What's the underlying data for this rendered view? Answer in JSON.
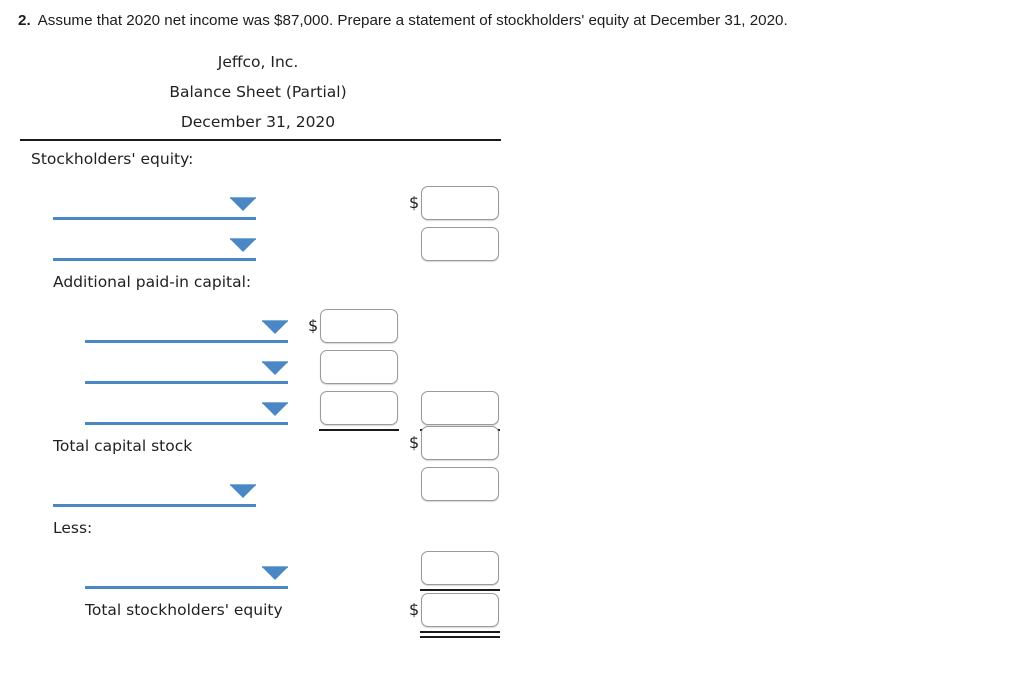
{
  "question": {
    "number": "2.",
    "text": "Assume that 2020 net income was $87,000. Prepare a statement of stockholders' equity at December 31, 2020."
  },
  "statement": {
    "company": "Jeffco, Inc.",
    "report": "Balance Sheet (Partial)",
    "date": "December 31, 2020"
  },
  "labels": {
    "stockholders_equity": "Stockholders' equity:",
    "additional_paid_in_capital": "Additional paid-in capital:",
    "total_capital_stock": "Total capital stock",
    "less": "Less:",
    "total_stockholders_equity": "Total stockholders' equity"
  },
  "symbols": {
    "dollar": "$",
    "caret": "dropdown-caret"
  },
  "colors": {
    "dropdown_blue": "#4a87c4",
    "dropdown_blue_light": "#7fb0da",
    "rule_black": "#1a1a1a",
    "input_border": "#9a9a9a",
    "text": "#231f20"
  },
  "dropdowns": [
    {
      "id": "se-line-1",
      "value": "",
      "placeholder": ""
    },
    {
      "id": "se-line-2",
      "value": "",
      "placeholder": ""
    },
    {
      "id": "apic-line-1",
      "value": "",
      "placeholder": ""
    },
    {
      "id": "apic-line-2",
      "value": "",
      "placeholder": ""
    },
    {
      "id": "apic-line-3",
      "value": "",
      "placeholder": ""
    },
    {
      "id": "tcs-line-1",
      "value": "",
      "placeholder": ""
    },
    {
      "id": "less-line-1",
      "value": "",
      "placeholder": ""
    }
  ],
  "amount_inputs": [
    {
      "id": "se-amt-1",
      "column": "right",
      "dollar": true,
      "value": "",
      "placeholder": ""
    },
    {
      "id": "se-amt-2",
      "column": "right",
      "dollar": false,
      "value": "",
      "placeholder": ""
    },
    {
      "id": "apic-amt-1",
      "column": "mid",
      "dollar": true,
      "value": "",
      "placeholder": ""
    },
    {
      "id": "apic-amt-2",
      "column": "mid",
      "dollar": false,
      "value": "",
      "placeholder": ""
    },
    {
      "id": "apic-amt-3",
      "column": "mid",
      "dollar": false,
      "value": "",
      "placeholder": ""
    },
    {
      "id": "apic-total",
      "column": "right",
      "dollar": false,
      "value": "",
      "placeholder": ""
    },
    {
      "id": "tcs-amt",
      "column": "right",
      "dollar": true,
      "value": "",
      "placeholder": ""
    },
    {
      "id": "tcs-amt-2",
      "column": "right",
      "dollar": false,
      "value": "",
      "placeholder": ""
    },
    {
      "id": "less-amt",
      "column": "right",
      "dollar": false,
      "value": "",
      "placeholder": ""
    },
    {
      "id": "tse-amt",
      "column": "right",
      "dollar": true,
      "value": "",
      "placeholder": ""
    }
  ]
}
